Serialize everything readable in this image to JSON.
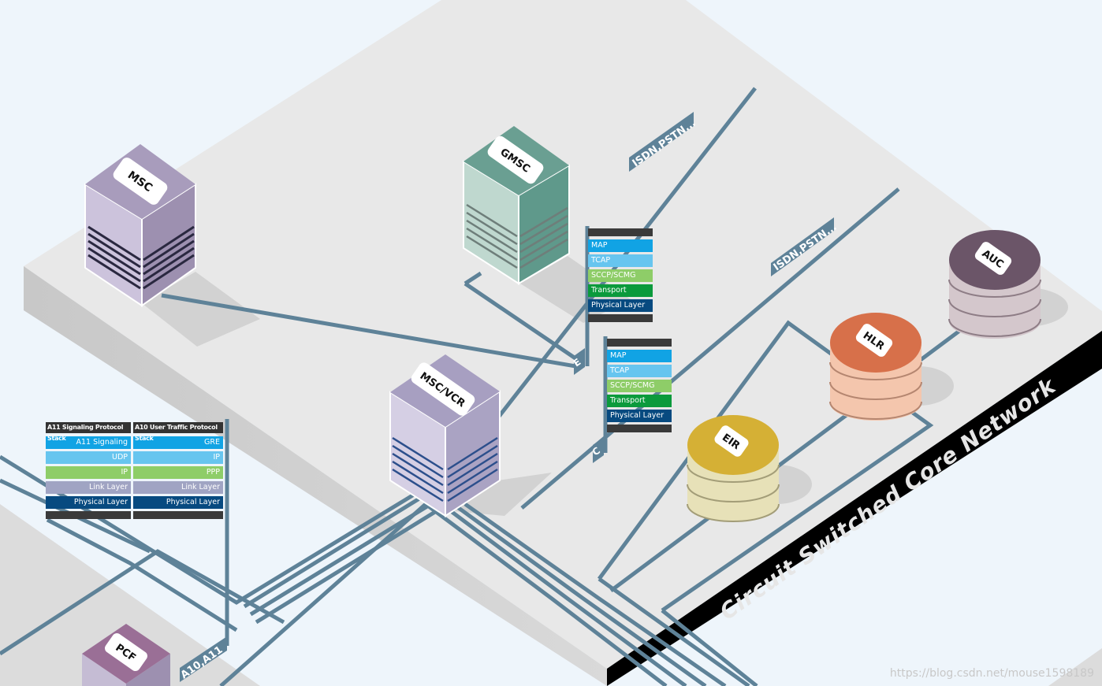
{
  "nodes": {
    "msc": "MSC",
    "gmsc": "GMSC",
    "msc_vcr": "MSC/VCR",
    "pcf": "PCF",
    "auc": "AUC",
    "hlr": "HLR",
    "eir": "EIR"
  },
  "link_labels": {
    "isdn_top": "ISDN,PSTN...",
    "isdn_mid": "ISDN,PSTN...",
    "e": "E",
    "c": "C",
    "a10_a11": "A10,A11"
  },
  "network_title": "Circuit Switched Core Network",
  "stack_e": {
    "rows": [
      "MAP",
      "TCAP",
      "SCCP/SCMG",
      "Transport",
      "Physical Layer"
    ]
  },
  "stack_c": {
    "rows": [
      "MAP",
      "TCAP",
      "SCCP/SCMG",
      "Transport",
      "Physical Layer"
    ]
  },
  "stack_a11": {
    "header": "A11 Signaling Protocol Stack",
    "rows": [
      "A11 Signaling",
      "UDP",
      "IP",
      "Link Layer",
      "Physical Layer"
    ]
  },
  "stack_a10": {
    "header": "A10 User Traffic Protocol Stack",
    "rows": [
      "GRE",
      "IP",
      "PPP",
      "Link Layer",
      "Physical Layer"
    ]
  },
  "watermark": "https://blog.csdn.net/mouse1598189",
  "colors": {
    "background": "#eef5fb",
    "platform_top": "#e8e8e8",
    "link": "#5e8298",
    "msc": "#a89cbc",
    "gmsc": "#6a9f92",
    "msc_vcr": "#a79fc1",
    "pcf": "#9a6f96",
    "auc": "#6b5568",
    "hlr": "#d7704a",
    "eir": "#d5b035",
    "edge_band": "#000000"
  }
}
